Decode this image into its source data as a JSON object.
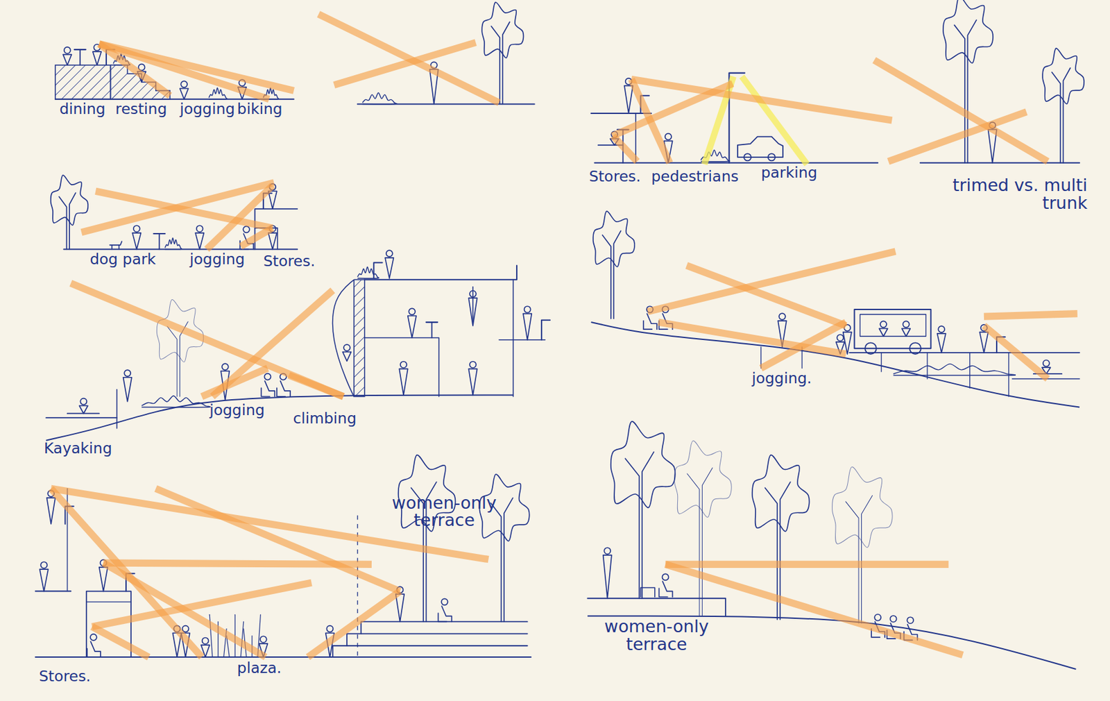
{
  "diagram": {
    "labels": [
      "dining",
      "resting",
      "jogging",
      "biking",
      "Stores.",
      "pedestrians",
      "parking",
      "trimed vs. multi trunk",
      "dog park",
      "jogging",
      "Stores.",
      "jogging",
      "climbing",
      "Kayaking",
      "jogging.",
      "women-only terrace",
      "Stores.",
      "plaza.",
      "women-only terrace"
    ]
  }
}
